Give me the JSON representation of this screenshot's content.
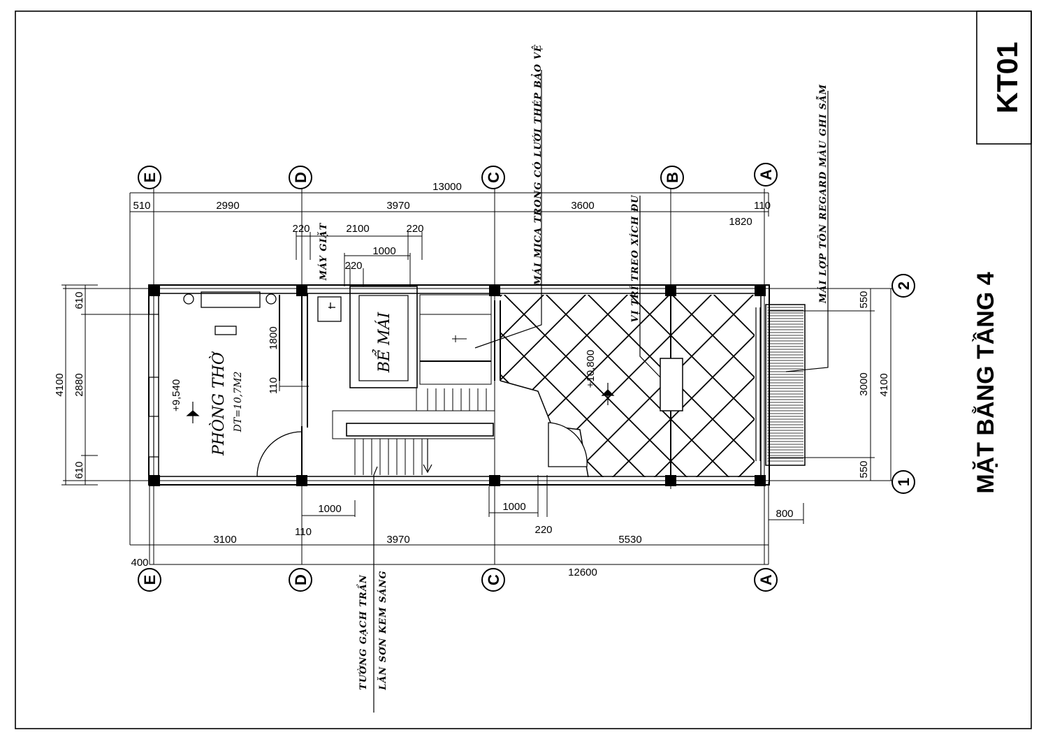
{
  "sheet_code": "KT01",
  "drawing_title": "MẶT BẰNG TẦNG 4",
  "grid_axes": {
    "letters": [
      "E",
      "D",
      "C",
      "B",
      "A"
    ],
    "numbers": [
      "1",
      "2"
    ]
  },
  "dimensions": {
    "top_overall": "13000",
    "top_chain": [
      "510",
      "2990",
      "3970",
      "3600",
      "110"
    ],
    "top_sub": {
      "d220_a": "220",
      "d2100": "2100",
      "d220_b": "220",
      "d1000": "1000",
      "d220_c": "220",
      "d1820": "1820"
    },
    "bottom_chain": [
      "3100",
      "110",
      "3970",
      "220",
      "5530"
    ],
    "bottom_overall": "12600",
    "bottom_left": "400",
    "door_dims": [
      "1000",
      "1000"
    ],
    "balcony": "800",
    "left_overall": "4100",
    "left_chain": [
      "610",
      "2880",
      "610"
    ],
    "left_inner": [
      "1800",
      "110"
    ],
    "right_chain": [
      "550",
      "3000",
      "550"
    ],
    "right_overall": "4100"
  },
  "rooms": {
    "phong_tho_name": "PHÒNG THỜ",
    "phong_tho_area": "DT=10,7M2",
    "phong_tho_level": "+9,540",
    "be_mai": "BỂ MÁI",
    "roof_level": "+10,800",
    "may_giat": "MÁY GIẶT"
  },
  "notes": {
    "mai_mica": "MÁI MICA TRONG CÓ LƯỚI THÉP BẢO VỆ",
    "vi_tri": "VỊ TRÍ TREO XÍCH ĐU",
    "mai_lop": "MÁI LỢP TÔN REGARD MÀU GHI SẪM",
    "tuong_1": "TƯỜNG GẠCH TRẦN",
    "tuong_2": "LĂN SƠN KEM SÁNG"
  }
}
